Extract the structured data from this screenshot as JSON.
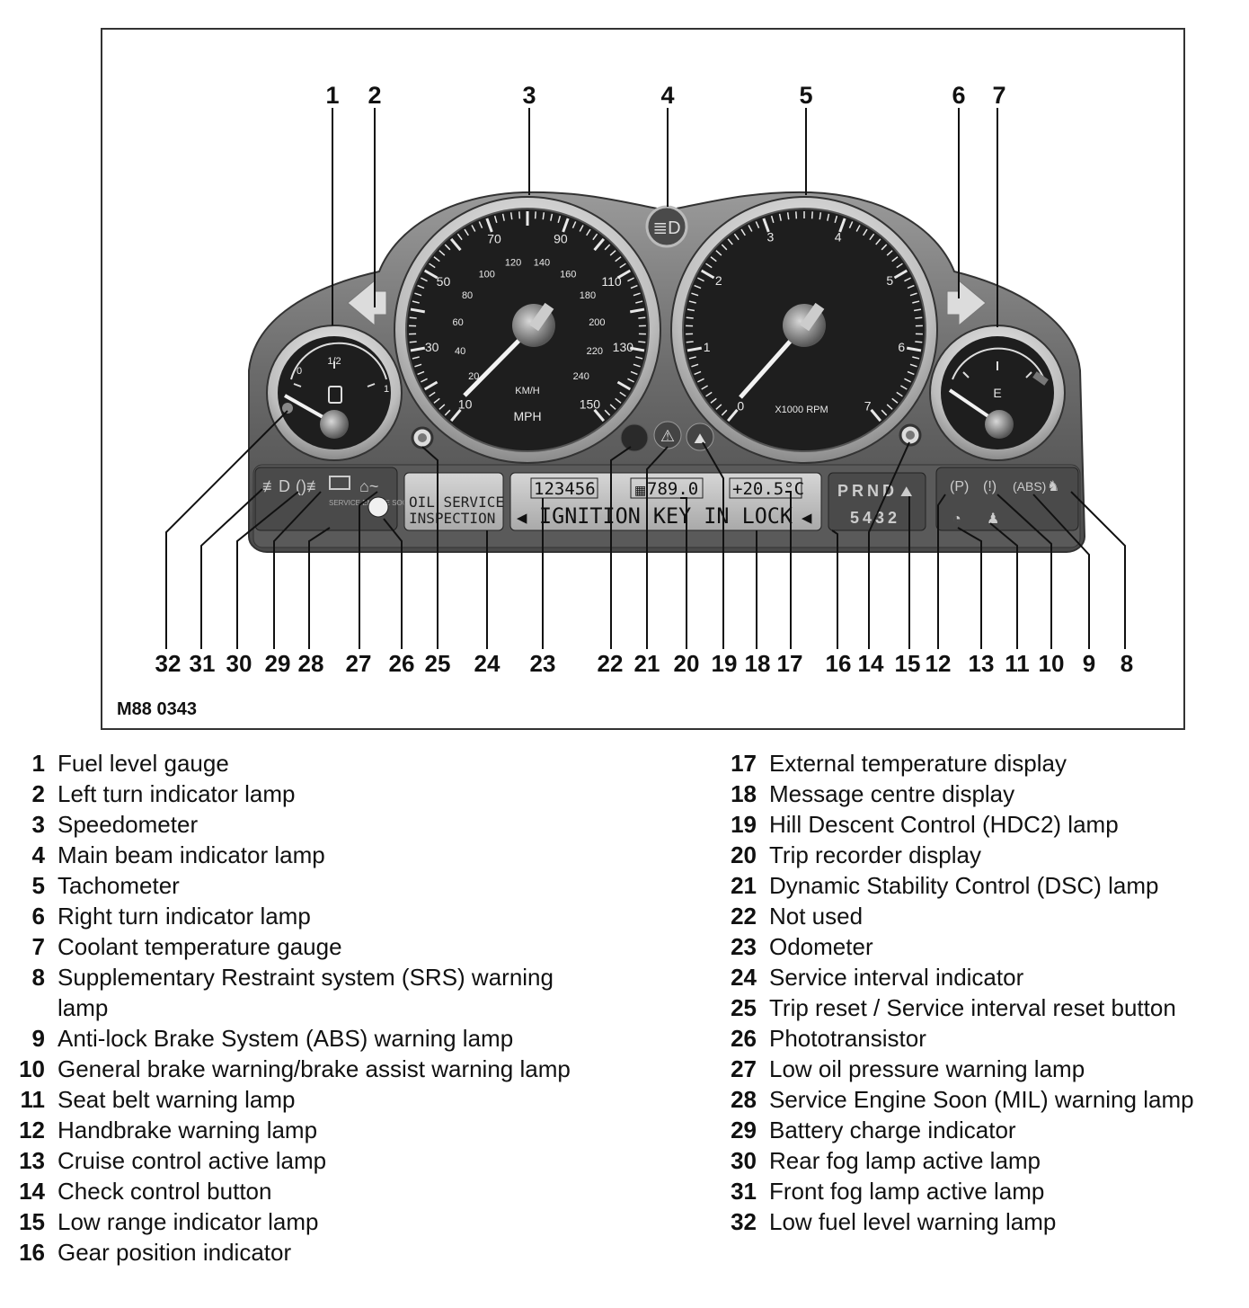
{
  "figure_id": "M88 0343",
  "gauges": {
    "speedo_mph_labels": [
      "10",
      "30",
      "50",
      "70",
      "90",
      "110",
      "130",
      "150"
    ],
    "speedo_kmh_labels": [
      "20",
      "40",
      "60",
      "80",
      "100",
      "120",
      "140",
      "160",
      "180",
      "200",
      "220",
      "240"
    ],
    "speedo_kmh_unit": "KM/H",
    "speedo_mph_unit": "MPH",
    "tacho_labels": [
      "0",
      "1",
      "2",
      "3",
      "4",
      "5",
      "6",
      "7"
    ],
    "tacho_unit": "X1000 RPM",
    "fuel_labels": [
      "0",
      "1/2",
      "1"
    ],
    "temp_label": "E"
  },
  "displays": {
    "service_line1": "OIL SERVICE",
    "service_line2": "INSPECTION",
    "odometer": "123456",
    "trip": "789.0",
    "temperature": "+20.5°C",
    "message": "IGNITION KEY IN LOCK",
    "gear_top": "PRND",
    "gear_bottom": "5432",
    "mil_text": "SERVICE ENGINE SOON"
  },
  "callouts": [
    "1",
    "2",
    "3",
    "4",
    "5",
    "6",
    "7",
    "8",
    "9",
    "10",
    "11",
    "12",
    "13",
    "14",
    "15",
    "16",
    "17",
    "18",
    "19",
    "20",
    "21",
    "22",
    "23",
    "24",
    "25",
    "26",
    "27",
    "28",
    "29",
    "30",
    "31",
    "32"
  ],
  "legend": {
    "left": [
      {
        "num": "1",
        "text": "Fuel level gauge"
      },
      {
        "num": "2",
        "text": "Left turn indicator lamp"
      },
      {
        "num": "3",
        "text": "Speedometer"
      },
      {
        "num": "4",
        "text": "Main beam indicator lamp"
      },
      {
        "num": "5",
        "text": "Tachometer"
      },
      {
        "num": "6",
        "text": "Right turn indicator lamp"
      },
      {
        "num": "7",
        "text": "Coolant temperature gauge"
      },
      {
        "num": "8",
        "text": "Supplementary Restraint system (SRS) warning lamp"
      },
      {
        "num": "9",
        "text": "Anti-lock Brake System (ABS) warning lamp"
      },
      {
        "num": "10",
        "text": "General brake warning/brake assist warning lamp"
      },
      {
        "num": "11",
        "text": "Seat belt warning lamp"
      },
      {
        "num": "12",
        "text": "Handbrake warning lamp"
      },
      {
        "num": "13",
        "text": "Cruise control active lamp"
      },
      {
        "num": "14",
        "text": "Check control button"
      },
      {
        "num": "15",
        "text": "Low range indicator lamp"
      },
      {
        "num": "16",
        "text": "Gear position indicator"
      }
    ],
    "right": [
      {
        "num": "17",
        "text": "External temperature display"
      },
      {
        "num": "18",
        "text": "Message centre display"
      },
      {
        "num": "19",
        "text": "Hill Descent Control (HDC2) lamp"
      },
      {
        "num": "20",
        "text": "Trip recorder display"
      },
      {
        "num": "21",
        "text": "Dynamic Stability Control (DSC) lamp"
      },
      {
        "num": "22",
        "text": "Not used"
      },
      {
        "num": "23",
        "text": "Odometer"
      },
      {
        "num": "24",
        "text": "Service interval indicator"
      },
      {
        "num": "25",
        "text": "Trip reset / Service interval reset button"
      },
      {
        "num": "26",
        "text": "Phototransistor"
      },
      {
        "num": "27",
        "text": "Low oil pressure warning lamp"
      },
      {
        "num": "28",
        "text": "Service Engine Soon (MIL) warning lamp"
      },
      {
        "num": "29",
        "text": "Battery charge indicator"
      },
      {
        "num": "30",
        "text": "Rear fog lamp active lamp"
      },
      {
        "num": "31",
        "text": "Front fog lamp active lamp"
      },
      {
        "num": "32",
        "text": "Low fuel level warning lamp"
      }
    ]
  }
}
